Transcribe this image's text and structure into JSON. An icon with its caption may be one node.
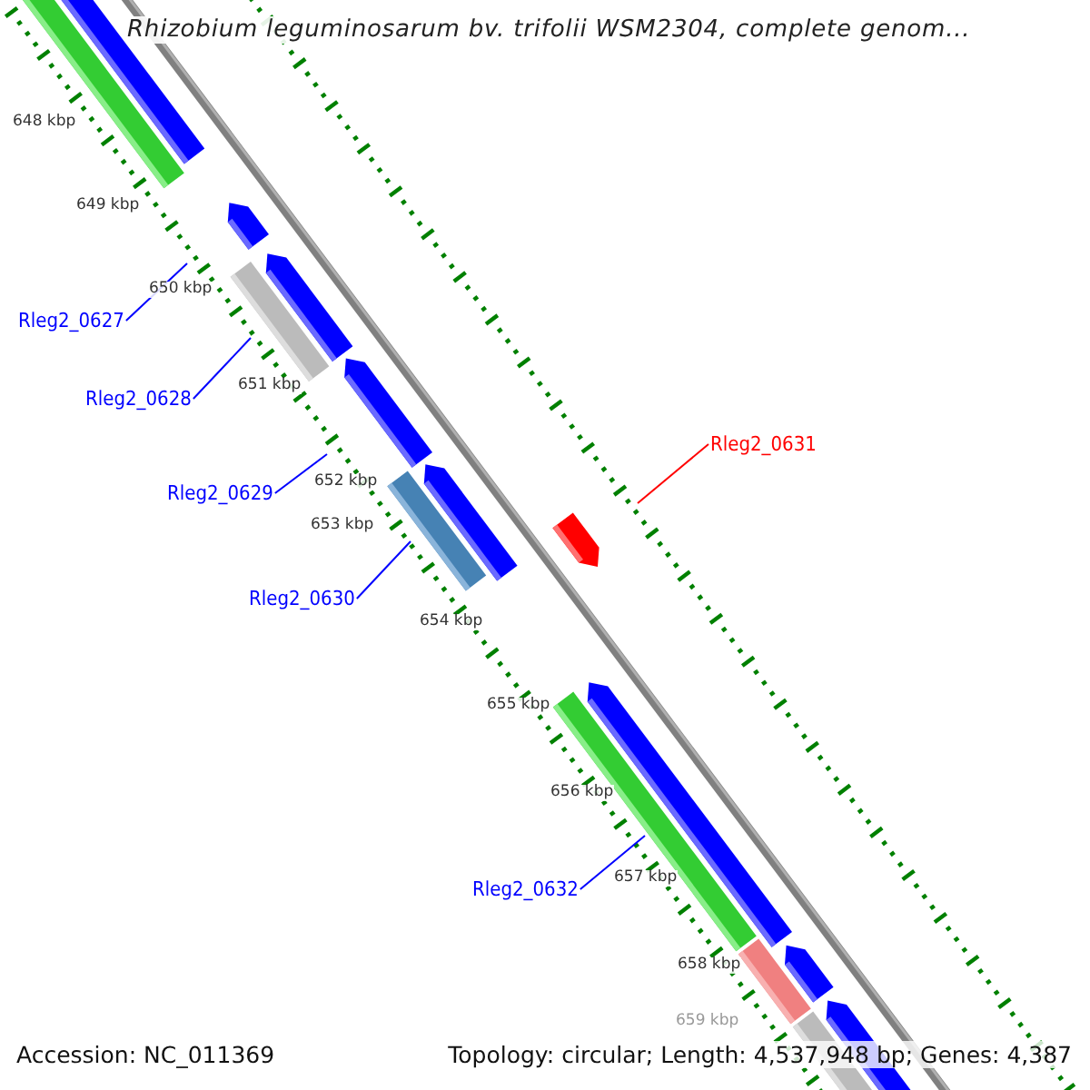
{
  "diagram": {
    "title": "Rhizobium leguminosarum bv. trifolii WSM2304, complete genom...",
    "nodes": [
      {
        "text": [
          "Rleg2_0627"
        ]
      },
      {
        "text": [
          "Rleg2_0628"
        ]
      },
      {
        "text": [
          "Rleg2_0631"
        ]
      },
      {
        "text": [
          "Rleg2_0629"
        ]
      },
      {
        "text": [
          "Rleg2_0630"
        ]
      },
      {
        "text": [
          "Rleg2_0632"
        ]
      }
    ],
    "edges": [
      {
        "from": 0,
        "to": null,
        "arrow": "none",
        "color": "#0000ff"
      },
      {
        "from": 1,
        "to": null,
        "arrow": "none",
        "color": "#0000ff"
      },
      {
        "from": 2,
        "to": null,
        "arrow": "none",
        "color": "#ff0000"
      },
      {
        "from": 3,
        "to": null,
        "arrow": "none",
        "color": "#0000ff"
      },
      {
        "from": 4,
        "to": null,
        "arrow": "none",
        "color": "#0000ff"
      },
      {
        "from": 5,
        "to": null,
        "arrow": "none",
        "color": "#0000ff"
      }
    ],
    "labels": [
      "648 kbp",
      "649 kbp",
      "650 kbp",
      "651 kbp",
      "652 kbp",
      "653 kbp",
      "654 kbp",
      "655 kbp",
      "656 kbp",
      "657 kbp",
      "658 kbp",
      "659 kbp",
      "Accession: NC_011369",
      "Topology: circular; Length: 4,537,948 bp; Genes: 4,387"
    ]
  }
}
